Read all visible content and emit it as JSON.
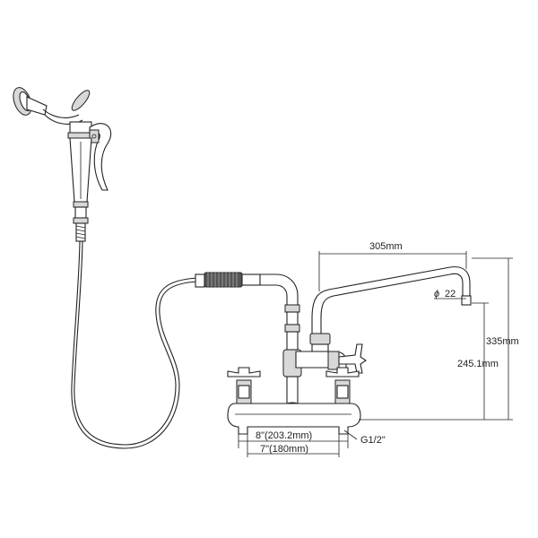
{
  "labels": {
    "width_305": "305mm",
    "dia_symbol": "ϕ",
    "dia_value": "22",
    "height_335": "335mm",
    "height_245": "245.1mm",
    "centers_8in": "8\"(203.2mm)",
    "centers_7in": "7\"(180mm)",
    "thread": "G1/2\""
  }
}
